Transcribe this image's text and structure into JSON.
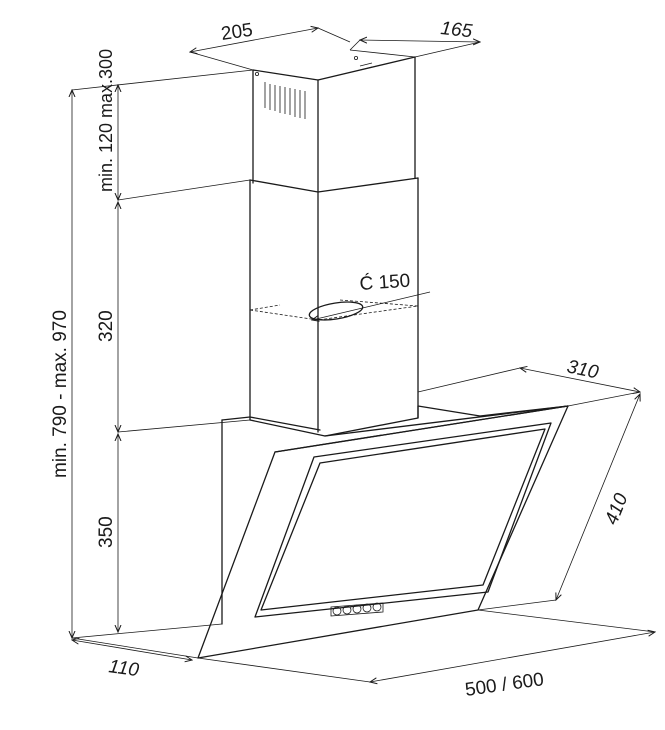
{
  "labels": {
    "chimney_width": "205",
    "chimney_depth": "165",
    "chimney_extension": "min. 120 max.300",
    "upper_section": "320",
    "lower_section": "350",
    "total_height": "min. 790 - max. 970",
    "duct_diameter": "Ć 150",
    "hood_depth": "310",
    "glass_height": "410",
    "wall_offset": "110",
    "hood_width": "500 / 600"
  }
}
